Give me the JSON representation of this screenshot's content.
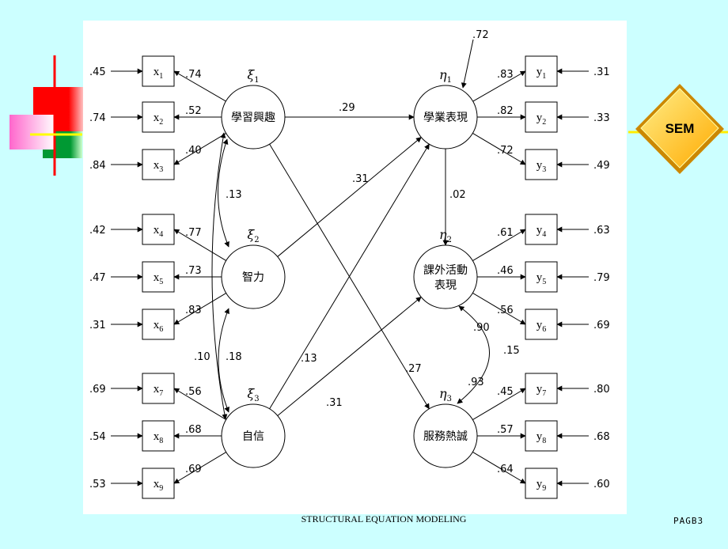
{
  "badge": {
    "label": "SEM"
  },
  "caption": "STRUCTURAL  EQUATION  MODELING",
  "page_number": "PAGB3",
  "latent": {
    "xi1": {
      "symbol": "ξ",
      "sub": "1",
      "label": "學習興趣"
    },
    "xi2": {
      "symbol": "ξ",
      "sub": "2",
      "label": "智力"
    },
    "xi3": {
      "symbol": "ξ",
      "sub": "3",
      "label": "自信"
    },
    "eta1": {
      "symbol": "η",
      "sub": "1",
      "label": "學業表現"
    },
    "eta2": {
      "symbol": "η",
      "sub": "2",
      "label_line1": "課外活動",
      "label_line2": "表現"
    },
    "eta3": {
      "symbol": "η",
      "sub": "3",
      "label": "服務熱誠"
    }
  },
  "x_indicators": [
    {
      "name": "x",
      "sub": "1",
      "error": ".45",
      "loading": ".74"
    },
    {
      "name": "x",
      "sub": "2",
      "error": ".74",
      "loading": ".52"
    },
    {
      "name": "x",
      "sub": "3",
      "error": ".84",
      "loading": ".40"
    },
    {
      "name": "x",
      "sub": "4",
      "error": ".42",
      "loading": ".77"
    },
    {
      "name": "x",
      "sub": "5",
      "error": ".47",
      "loading": ".73"
    },
    {
      "name": "x",
      "sub": "6",
      "error": ".31",
      "loading": ".83"
    },
    {
      "name": "x",
      "sub": "7",
      "error": ".69",
      "loading": ".56"
    },
    {
      "name": "x",
      "sub": "8",
      "error": ".54",
      "loading": ".68"
    },
    {
      "name": "x",
      "sub": "9",
      "error": ".53",
      "loading": ".69"
    }
  ],
  "y_indicators": [
    {
      "name": "y",
      "sub": "1",
      "error": ".31",
      "loading": ".83"
    },
    {
      "name": "y",
      "sub": "2",
      "error": ".33",
      "loading": ".82"
    },
    {
      "name": "y",
      "sub": "3",
      "error": ".49",
      "loading": ".72"
    },
    {
      "name": "y",
      "sub": "4",
      "error": ".63",
      "loading": ".61"
    },
    {
      "name": "y",
      "sub": "5",
      "error": ".79",
      "loading": ".46"
    },
    {
      "name": "y",
      "sub": "6",
      "error": ".69",
      "loading": ".56"
    },
    {
      "name": "y",
      "sub": "7",
      "error": ".80",
      "loading": ".45"
    },
    {
      "name": "y",
      "sub": "8",
      "error": ".68",
      "loading": ".57"
    },
    {
      "name": "y",
      "sub": "9",
      "error": ".60",
      "loading": ".64"
    }
  ],
  "paths": {
    "xi1_eta1": ".29",
    "xi2_eta1": ".31",
    "xi3_eta1": ".13",
    "xi1_eta3": ".27",
    "xi3_eta2": ".31",
    "eta1_eta2": ".02",
    "eta1_disturbance": ".72"
  },
  "covariances": {
    "xi1_xi2": ".13",
    "xi2_xi3": ".18",
    "xi1_xi3": ".10",
    "eta2_eta3": ".15",
    "eta2_self": ".90",
    "eta3_self": ".93"
  }
}
